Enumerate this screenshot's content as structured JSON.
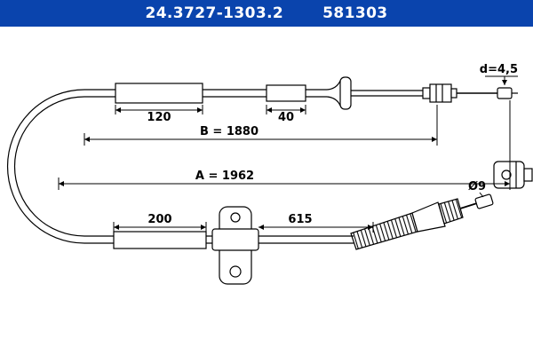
{
  "header": {
    "part_number": "24.3727-1303.2",
    "reference_number": "581303",
    "bg_color": "#0a44ad",
    "text_color": "#ffffff"
  },
  "diagram": {
    "line_color": "#000000",
    "bg_color": "#ffffff",
    "labels": {
      "sleeve_top_length": "120",
      "sleeve_top_small_length": "40",
      "sheath_length_b": "B = 1880",
      "overall_length_a": "A = 1962",
      "sleeve_bottom_length": "200",
      "bracket_to_spring_length": "615",
      "end_wire_diameter": "d=4,5",
      "nipple_diameter": "Ø9"
    }
  }
}
